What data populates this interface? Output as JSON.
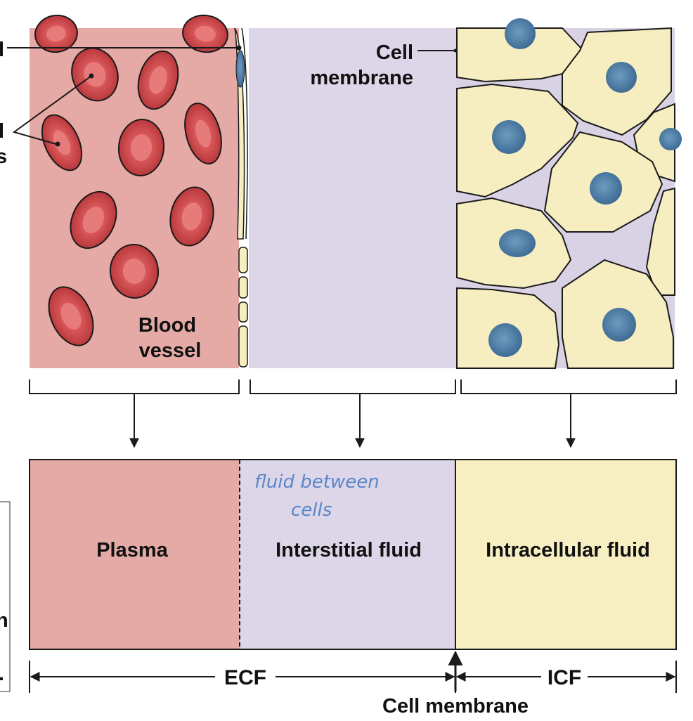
{
  "colors": {
    "plasma": "#e5aaa6",
    "interstitial": "#dcd6e8",
    "intracellular": "#f7efc2",
    "cell_fill": "#f6edc0",
    "nucleus": "#4f7fa6",
    "rbc": "#cf4b4e",
    "handwriting": "#5b86c9",
    "line": "#1a1a1a"
  },
  "labels": {
    "cell_membrane_top_line1": "Cell",
    "cell_membrane_top_line2": "membrane",
    "blood_vessel_line1": "Blood",
    "blood_vessel_line2": "vessel",
    "plasma": "Plasma",
    "interstitial_fluid": "Interstitial fluid",
    "intracellular_fluid": "Intracellular fluid",
    "ecf": "ECF",
    "icf": "ICF",
    "cell_membrane_bottom": "Cell membrane",
    "handwritten_note_line1": "fluid between",
    "handwritten_note_line2": "cells",
    "edge_fragment_1": "l",
    "edge_fragment_2": "l",
    "edge_fragment_3": "s",
    "edge_fragment_4": "n",
    "edge_fragment_5": "."
  }
}
